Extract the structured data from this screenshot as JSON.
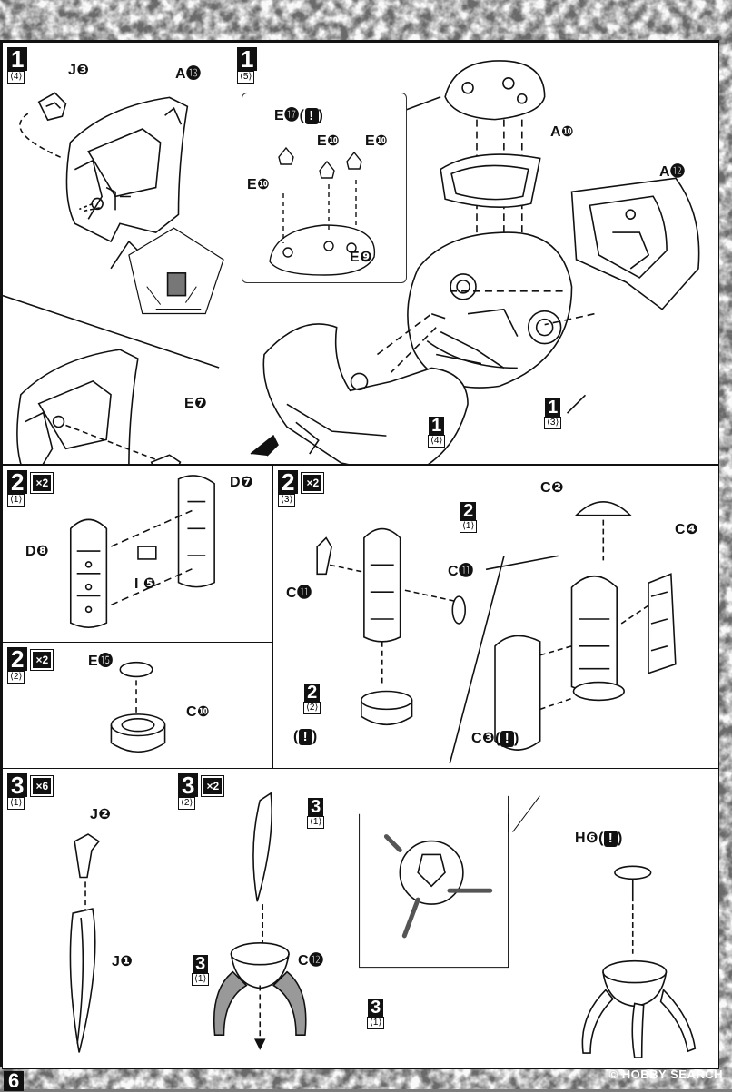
{
  "page_number": "6",
  "watermark": "© HOBBY SEARCH",
  "steps": {
    "s1_4": {
      "num": "1",
      "sub": "⟨4⟩"
    },
    "s1_5": {
      "num": "1",
      "sub": "⟨5⟩"
    },
    "s2_1": {
      "num": "2",
      "sub": "⟨1⟩",
      "mult": "×2"
    },
    "s2_3": {
      "num": "2",
      "sub": "⟨3⟩",
      "mult": "×2"
    },
    "s2_2": {
      "num": "2",
      "sub": "⟨2⟩",
      "mult": "×2"
    },
    "s3_1": {
      "num": "3",
      "sub": "⟨1⟩",
      "mult": "×6"
    },
    "s3_2": {
      "num": "3",
      "sub": "⟨2⟩",
      "mult": "×2"
    }
  },
  "refs": {
    "r1_3": {
      "num": "1",
      "sub": "⟨3⟩"
    },
    "r1_4": {
      "num": "1",
      "sub": "⟨4⟩"
    },
    "r2_1": {
      "num": "2",
      "sub": "⟨1⟩"
    },
    "r2_2": {
      "num": "2",
      "sub": "⟨2⟩"
    },
    "r3_1a": {
      "num": "3",
      "sub": "⟨1⟩"
    },
    "r3_1b": {
      "num": "3",
      "sub": "⟨1⟩"
    },
    "r3_1c": {
      "num": "3",
      "sub": "⟨1⟩"
    }
  },
  "parts": {
    "J3": "J❸",
    "A13": "A⓭",
    "E7": "E❼",
    "E17": "E⓱(",
    "E10a": "E❿",
    "E10b": "E❿",
    "E10c": "E❿",
    "E9": "E❾",
    "A10": "A❿",
    "A12": "A⓬",
    "D7": "D❼",
    "D8": "D❽",
    "I5": "I ❺",
    "E15": "E⓯",
    "C10": "C❿",
    "C2": "C❷",
    "C4": "C❹",
    "C11a": "C⓫",
    "C11b": "C⓫",
    "C3": "C❸(",
    "J2": "J❷",
    "J1": "J❶",
    "C12": "C⓬",
    "H6": "H❻("
  },
  "warning_symbol": "!",
  "paren_close": ")",
  "paren_open": "("
}
